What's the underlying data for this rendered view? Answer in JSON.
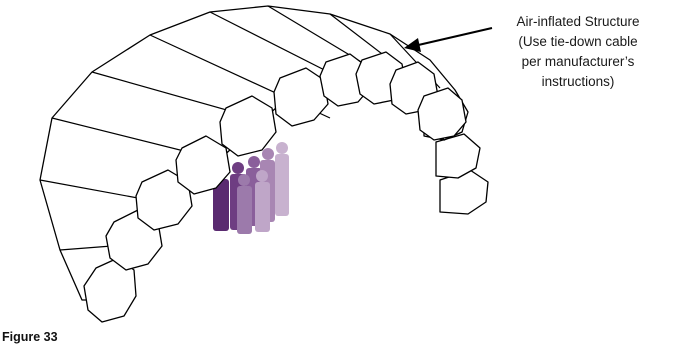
{
  "callout": {
    "lines": [
      "Air-inflated Structure",
      "(Use tie-down cable",
      "per manufacturer’s",
      "instructions)"
    ]
  },
  "figure_caption": "Figure 33",
  "colors": {
    "outline": "#000000",
    "people": [
      "#5a2a70",
      "#7a4a8c",
      "#9b78a8",
      "#bba0c2",
      "#d6c6dc"
    ]
  }
}
